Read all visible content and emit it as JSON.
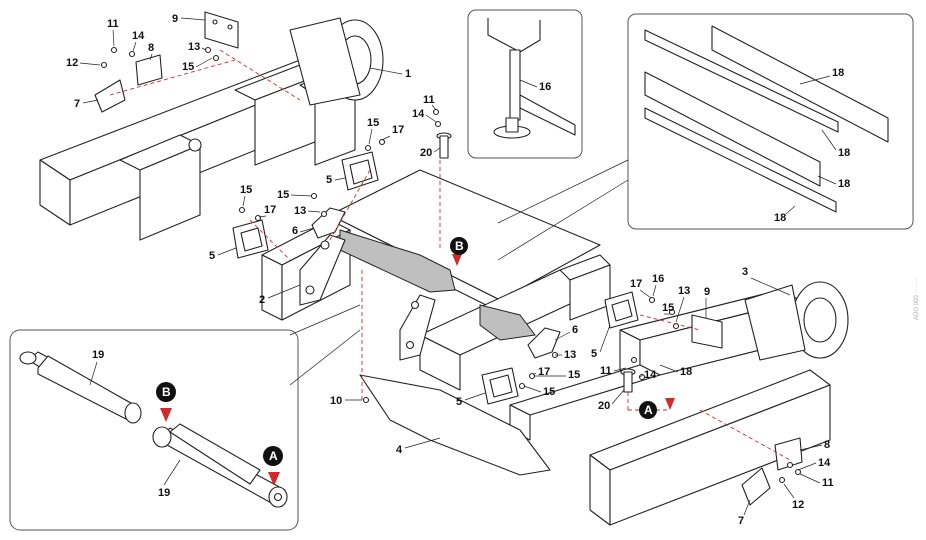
{
  "callouts": {
    "c1": "1",
    "c2": "2",
    "c3": "3",
    "c4": "4",
    "c5a": "5",
    "c5b": "5",
    "c5c": "5",
    "c5d": "5",
    "c6a": "6",
    "c6b": "6",
    "c7a": "7",
    "c7b": "7",
    "c8a": "8",
    "c8b": "8",
    "c9a": "9",
    "c9b": "9",
    "c10": "10",
    "c11a": "11",
    "c11b": "11",
    "c11c": "11",
    "c11d": "11",
    "c12a": "12",
    "c12b": "12",
    "c13a": "13",
    "c13b": "13",
    "c13c": "13",
    "c13d": "13",
    "c14a": "14",
    "c14b": "14",
    "c14c": "14",
    "c14d": "14",
    "c15a": "15",
    "c15b": "15",
    "c15c": "15",
    "c15d": "15",
    "c15e": "15",
    "c15f": "15",
    "c15g": "15",
    "c16a": "16",
    "c16b": "16",
    "c17a": "17",
    "c17b": "17",
    "c17c": "17",
    "c17d": "17",
    "c18a": "18",
    "c18b": "18",
    "c18c": "18",
    "c18d": "18",
    "c18e": "18",
    "c19a": "19",
    "c19b": "19",
    "c20a": "20",
    "c20b": "20"
  },
  "markers": {
    "A": "A",
    "B": "B"
  },
  "watermark": "ADO 000 ·· ·· ··",
  "colors": {
    "accent": "#d12a2a",
    "shaded_part": "#bfbfbf"
  }
}
